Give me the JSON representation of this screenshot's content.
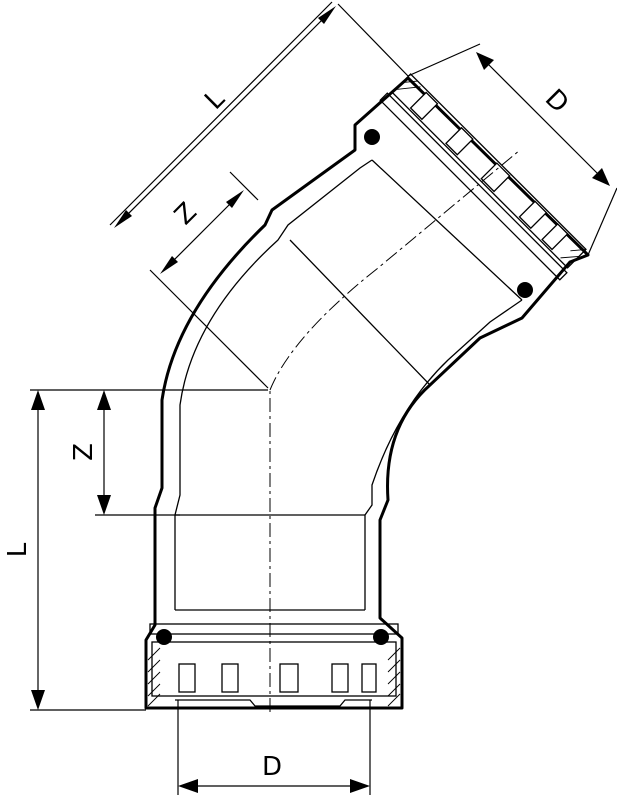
{
  "labels": {
    "length_angled": "L",
    "diameter_angled": "D",
    "z_angled": "Z",
    "z_vertical": "Z",
    "length_vertical": "L",
    "diameter_bottom": "D"
  }
}
